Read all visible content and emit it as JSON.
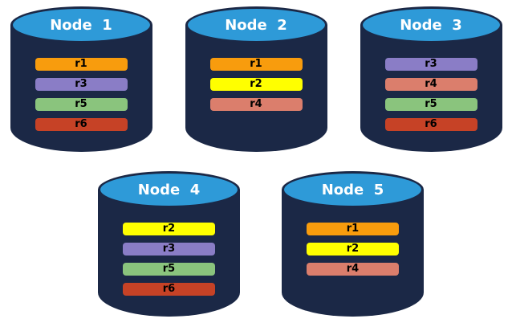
{
  "diagram": {
    "colors": {
      "background": "#FFFFFF",
      "cylinder_body": "#1B2846",
      "cylinder_top": "#2E9AD8",
      "node_label_text": "#FFFFFF",
      "bar_label_text": "#000000"
    },
    "replica_colors": {
      "r1": "#F89C0D",
      "r2": "#FFFF00",
      "r3": "#8A7DC6",
      "r4": "#DB7E6C",
      "r5": "#8AC47D",
      "r6": "#C64226"
    },
    "nodes": [
      {
        "label": "Node  1",
        "row": 1,
        "bars": [
          "r1",
          "r3",
          "r5",
          "r6"
        ]
      },
      {
        "label": "Node  2",
        "row": 1,
        "bars": [
          "r1",
          "r2",
          "r4"
        ]
      },
      {
        "label": "Node  3",
        "row": 1,
        "bars": [
          "r3",
          "r4",
          "r5",
          "r6"
        ]
      },
      {
        "label": "Node  4",
        "row": 2,
        "bars": [
          "r2",
          "r3",
          "r5",
          "r6"
        ]
      },
      {
        "label": "Node  5",
        "row": 2,
        "bars": [
          "r1",
          "r2",
          "r4"
        ]
      }
    ]
  }
}
